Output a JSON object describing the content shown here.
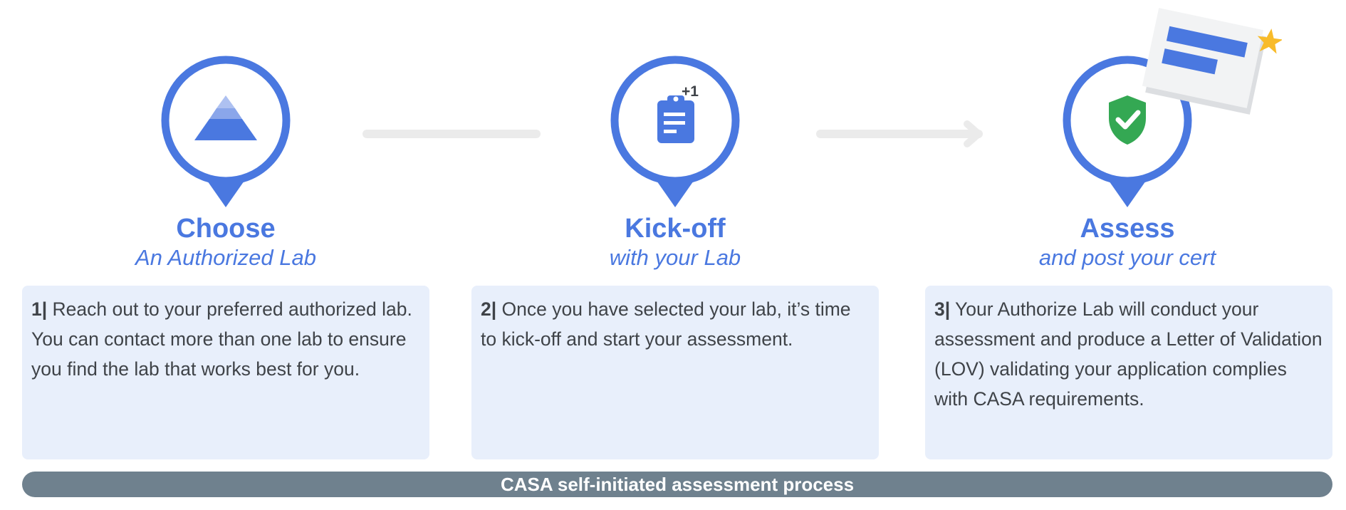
{
  "steps": [
    {
      "title": "Choose",
      "subtitle": "An Authorized Lab",
      "number": "1|",
      "description": "Reach out to your preferred authorized lab. You can contact more than one lab to ensure you find the lab that works best for you.",
      "icon": "pyramid-icon"
    },
    {
      "title": "Kick-off",
      "subtitle": "with your Lab",
      "number": "2|",
      "description": "Once you have selected your lab, it’s time to kick-off and start your assessment.",
      "icon": "clipboard-icon",
      "badge": "+1"
    },
    {
      "title": "Assess",
      "subtitle": "and post your cert",
      "number": "3|",
      "description": "Your Authorize Lab will conduct your assessment and produce a Letter of Validation (LOV) validating your application complies with CASA requirements.",
      "icon": "shield-check-icon"
    }
  ],
  "banner": {
    "label": "CASA self-initiated assessment process"
  },
  "colors": {
    "accent": "#4a78e0",
    "card_bg": "#e8effb",
    "banner_bg": "#6f818e",
    "connector": "#ebebeb",
    "shield": "#34a853",
    "star": "#f8bb2a"
  }
}
